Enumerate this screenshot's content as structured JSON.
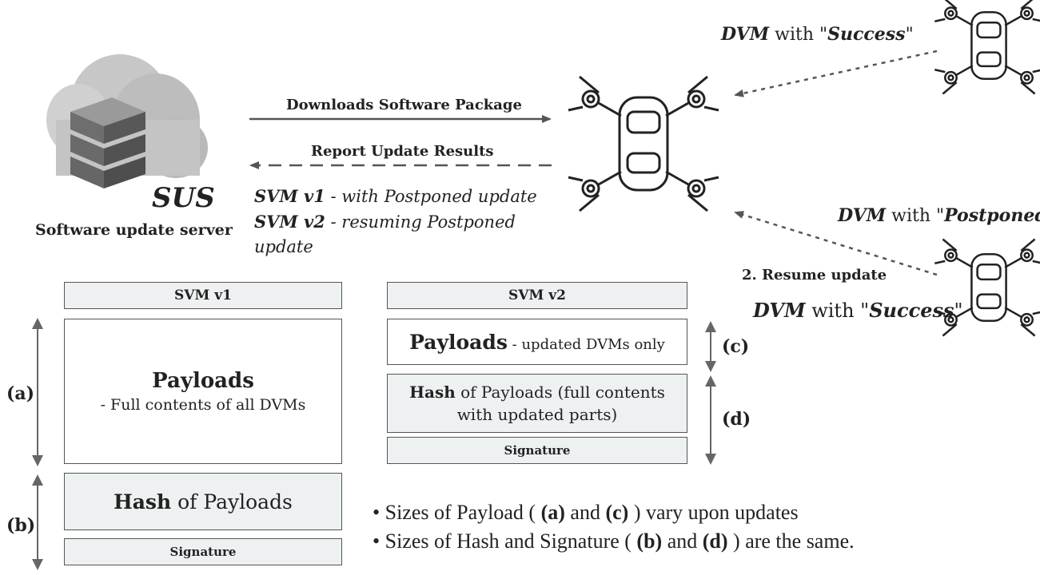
{
  "server": {
    "icon": "cloud-server-icon",
    "acronym": "SUS",
    "name": "Software update server"
  },
  "arrows": {
    "download_label": "Downloads Software Package",
    "report_label": "Report Update Results"
  },
  "svm_notes": {
    "v1_name": "SVM v1",
    "v1_text": " - with Postponed update",
    "v2_name": "SVM v2",
    "v2_text": " - resuming Postponed",
    "v2_text_cont": "update"
  },
  "drones": {
    "top": {
      "dvm": "DVM",
      "with": " with \"",
      "status": "Success",
      "end": "\""
    },
    "bottom_postponed": {
      "dvm": "DVM",
      "with": " with \"",
      "status": "Postponed",
      "end": "\""
    },
    "resume_label": "2. Resume update",
    "bottom_success": {
      "dvm": "DVM",
      "with": " with \"",
      "status": "Success",
      "end": "\""
    }
  },
  "svm_v1": {
    "header": "SVM v1",
    "payloads_title": "Payloads",
    "payloads_desc": "- Full contents of all DVMs",
    "hash_bold": "Hash",
    "hash_rest": " of Payloads",
    "signature": "Signature",
    "dim_a": "(a)",
    "dim_b": "(b)"
  },
  "svm_v2": {
    "header": "SVM v2",
    "payloads_title": "Payloads",
    "payloads_desc": " - updated DVMs only",
    "hash_bold": "Hash",
    "hash_rest": " of Payloads (full contents",
    "hash_rest2": "with updated parts)",
    "signature": "Signature",
    "dim_c": "(c)",
    "dim_d": "(d)"
  },
  "notes": {
    "line1_pre": "• Sizes of Payload ( ",
    "line1_a": "(a)",
    "line1_and": " and ",
    "line1_c": "(c)",
    "line1_post": " ) vary upon updates",
    "line2_pre": "• Sizes of Hash and Signature ( ",
    "line2_b": "(b)",
    "line2_and": " and ",
    "line2_d": "(d)",
    "line2_post": " ) are the same."
  }
}
